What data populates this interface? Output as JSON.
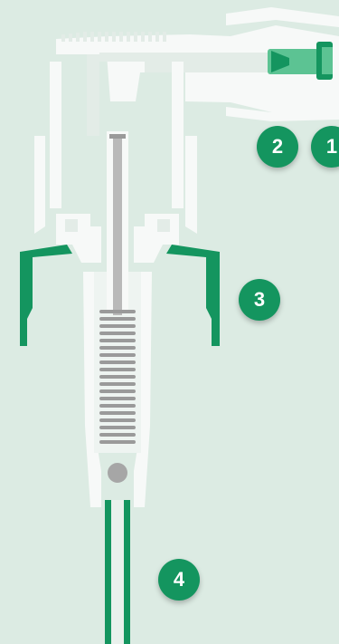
{
  "diagram": {
    "colors": {
      "background": "#dcebe3",
      "part_white": "#f7f9f8",
      "part_shadow": "#e3ece7",
      "accent_green": "#14955f",
      "light_green": "#5cc393",
      "spring_gray": "#9a9a9a",
      "rod_gray": "#b9b9b9",
      "ball_gray": "#a6a6a6"
    },
    "callouts": [
      {
        "id": "c1",
        "label": "1"
      },
      {
        "id": "c2",
        "label": "2"
      },
      {
        "id": "c3",
        "label": "3"
      },
      {
        "id": "c4",
        "label": "4"
      }
    ]
  }
}
